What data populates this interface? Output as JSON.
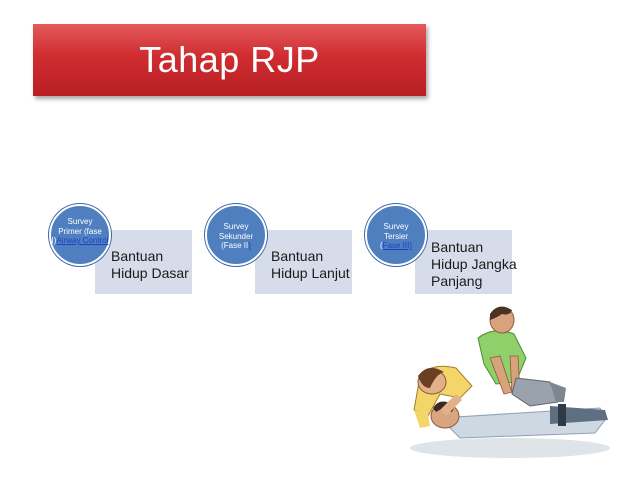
{
  "slide": {
    "title": "Tahap RJP"
  },
  "steps": [
    {
      "circle_lines": [
        "Survey",
        "Primer (fase"
      ],
      "circle_prefix": "I)",
      "circle_link": "Airway Control",
      "label_lines": [
        "Bantuan",
        "Hidup Dasar"
      ]
    },
    {
      "circle_lines": [
        "Survey",
        "Sekunder"
      ],
      "circle_prefix": "(Fase II",
      "circle_link": ")",
      "label_lines": [
        "Bantuan",
        "Hidup Lanjut"
      ]
    },
    {
      "circle_lines": [
        "Survey",
        "Tersier"
      ],
      "circle_prefix": "(",
      "circle_link": "Fase III)",
      "label_lines": [
        "Bantuan",
        "Hidup Jangka",
        "Panjang"
      ]
    }
  ],
  "colors": {
    "title_bg": "#cf2c30",
    "box_bg": "#d6dcea",
    "circle_bg": "#4f7fbf"
  },
  "illustration": {
    "icon": "cpr-illustration-icon"
  }
}
